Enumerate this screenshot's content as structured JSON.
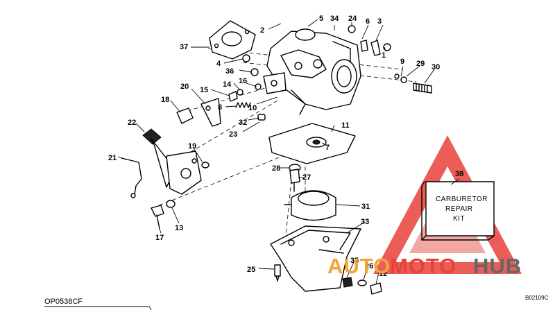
{
  "diagram": {
    "callouts": [
      {
        "id": "c1",
        "label": "1"
      },
      {
        "id": "c2",
        "label": "2"
      },
      {
        "id": "c3",
        "label": "3"
      },
      {
        "id": "c4",
        "label": "4"
      },
      {
        "id": "c5",
        "label": "5"
      },
      {
        "id": "c6",
        "label": "6"
      },
      {
        "id": "c7",
        "label": "7"
      },
      {
        "id": "c8",
        "label": "8"
      },
      {
        "id": "c9",
        "label": "9"
      },
      {
        "id": "c10",
        "label": "10"
      },
      {
        "id": "c11",
        "label": "11"
      },
      {
        "id": "c12",
        "label": "12"
      },
      {
        "id": "c13",
        "label": "13"
      },
      {
        "id": "c14",
        "label": "14"
      },
      {
        "id": "c15",
        "label": "15"
      },
      {
        "id": "c16",
        "label": "16"
      },
      {
        "id": "c17",
        "label": "17"
      },
      {
        "id": "c18",
        "label": "18"
      },
      {
        "id": "c19",
        "label": "19"
      },
      {
        "id": "c20",
        "label": "20"
      },
      {
        "id": "c21",
        "label": "21"
      },
      {
        "id": "c22",
        "label": "22"
      },
      {
        "id": "c23",
        "label": "23"
      },
      {
        "id": "c24",
        "label": "24"
      },
      {
        "id": "c25",
        "label": "25"
      },
      {
        "id": "c26",
        "label": "26"
      },
      {
        "id": "c27",
        "label": "27"
      },
      {
        "id": "c28",
        "label": "28"
      },
      {
        "id": "c29",
        "label": "29"
      },
      {
        "id": "c30",
        "label": "30"
      },
      {
        "id": "c31",
        "label": "31"
      },
      {
        "id": "c32",
        "label": "32"
      },
      {
        "id": "c33",
        "label": "33"
      },
      {
        "id": "c34",
        "label": "34"
      },
      {
        "id": "c35",
        "label": "35"
      },
      {
        "id": "c36",
        "label": "36"
      },
      {
        "id": "c37",
        "label": "37"
      },
      {
        "id": "c38",
        "label": "38"
      }
    ],
    "kit_box": {
      "line1": "CARBURETOR",
      "line2": "REPAIR",
      "line3": "KIT"
    },
    "figure_code": "OP0538CF",
    "drawing_code": "B02109C"
  },
  "watermark": {
    "word_auto": "AUTO",
    "word_moto": "MOTO",
    "word_hub": "HUB",
    "colors": {
      "red": "#e8413a",
      "orange": "#f3a437",
      "gray": "#666666"
    }
  }
}
